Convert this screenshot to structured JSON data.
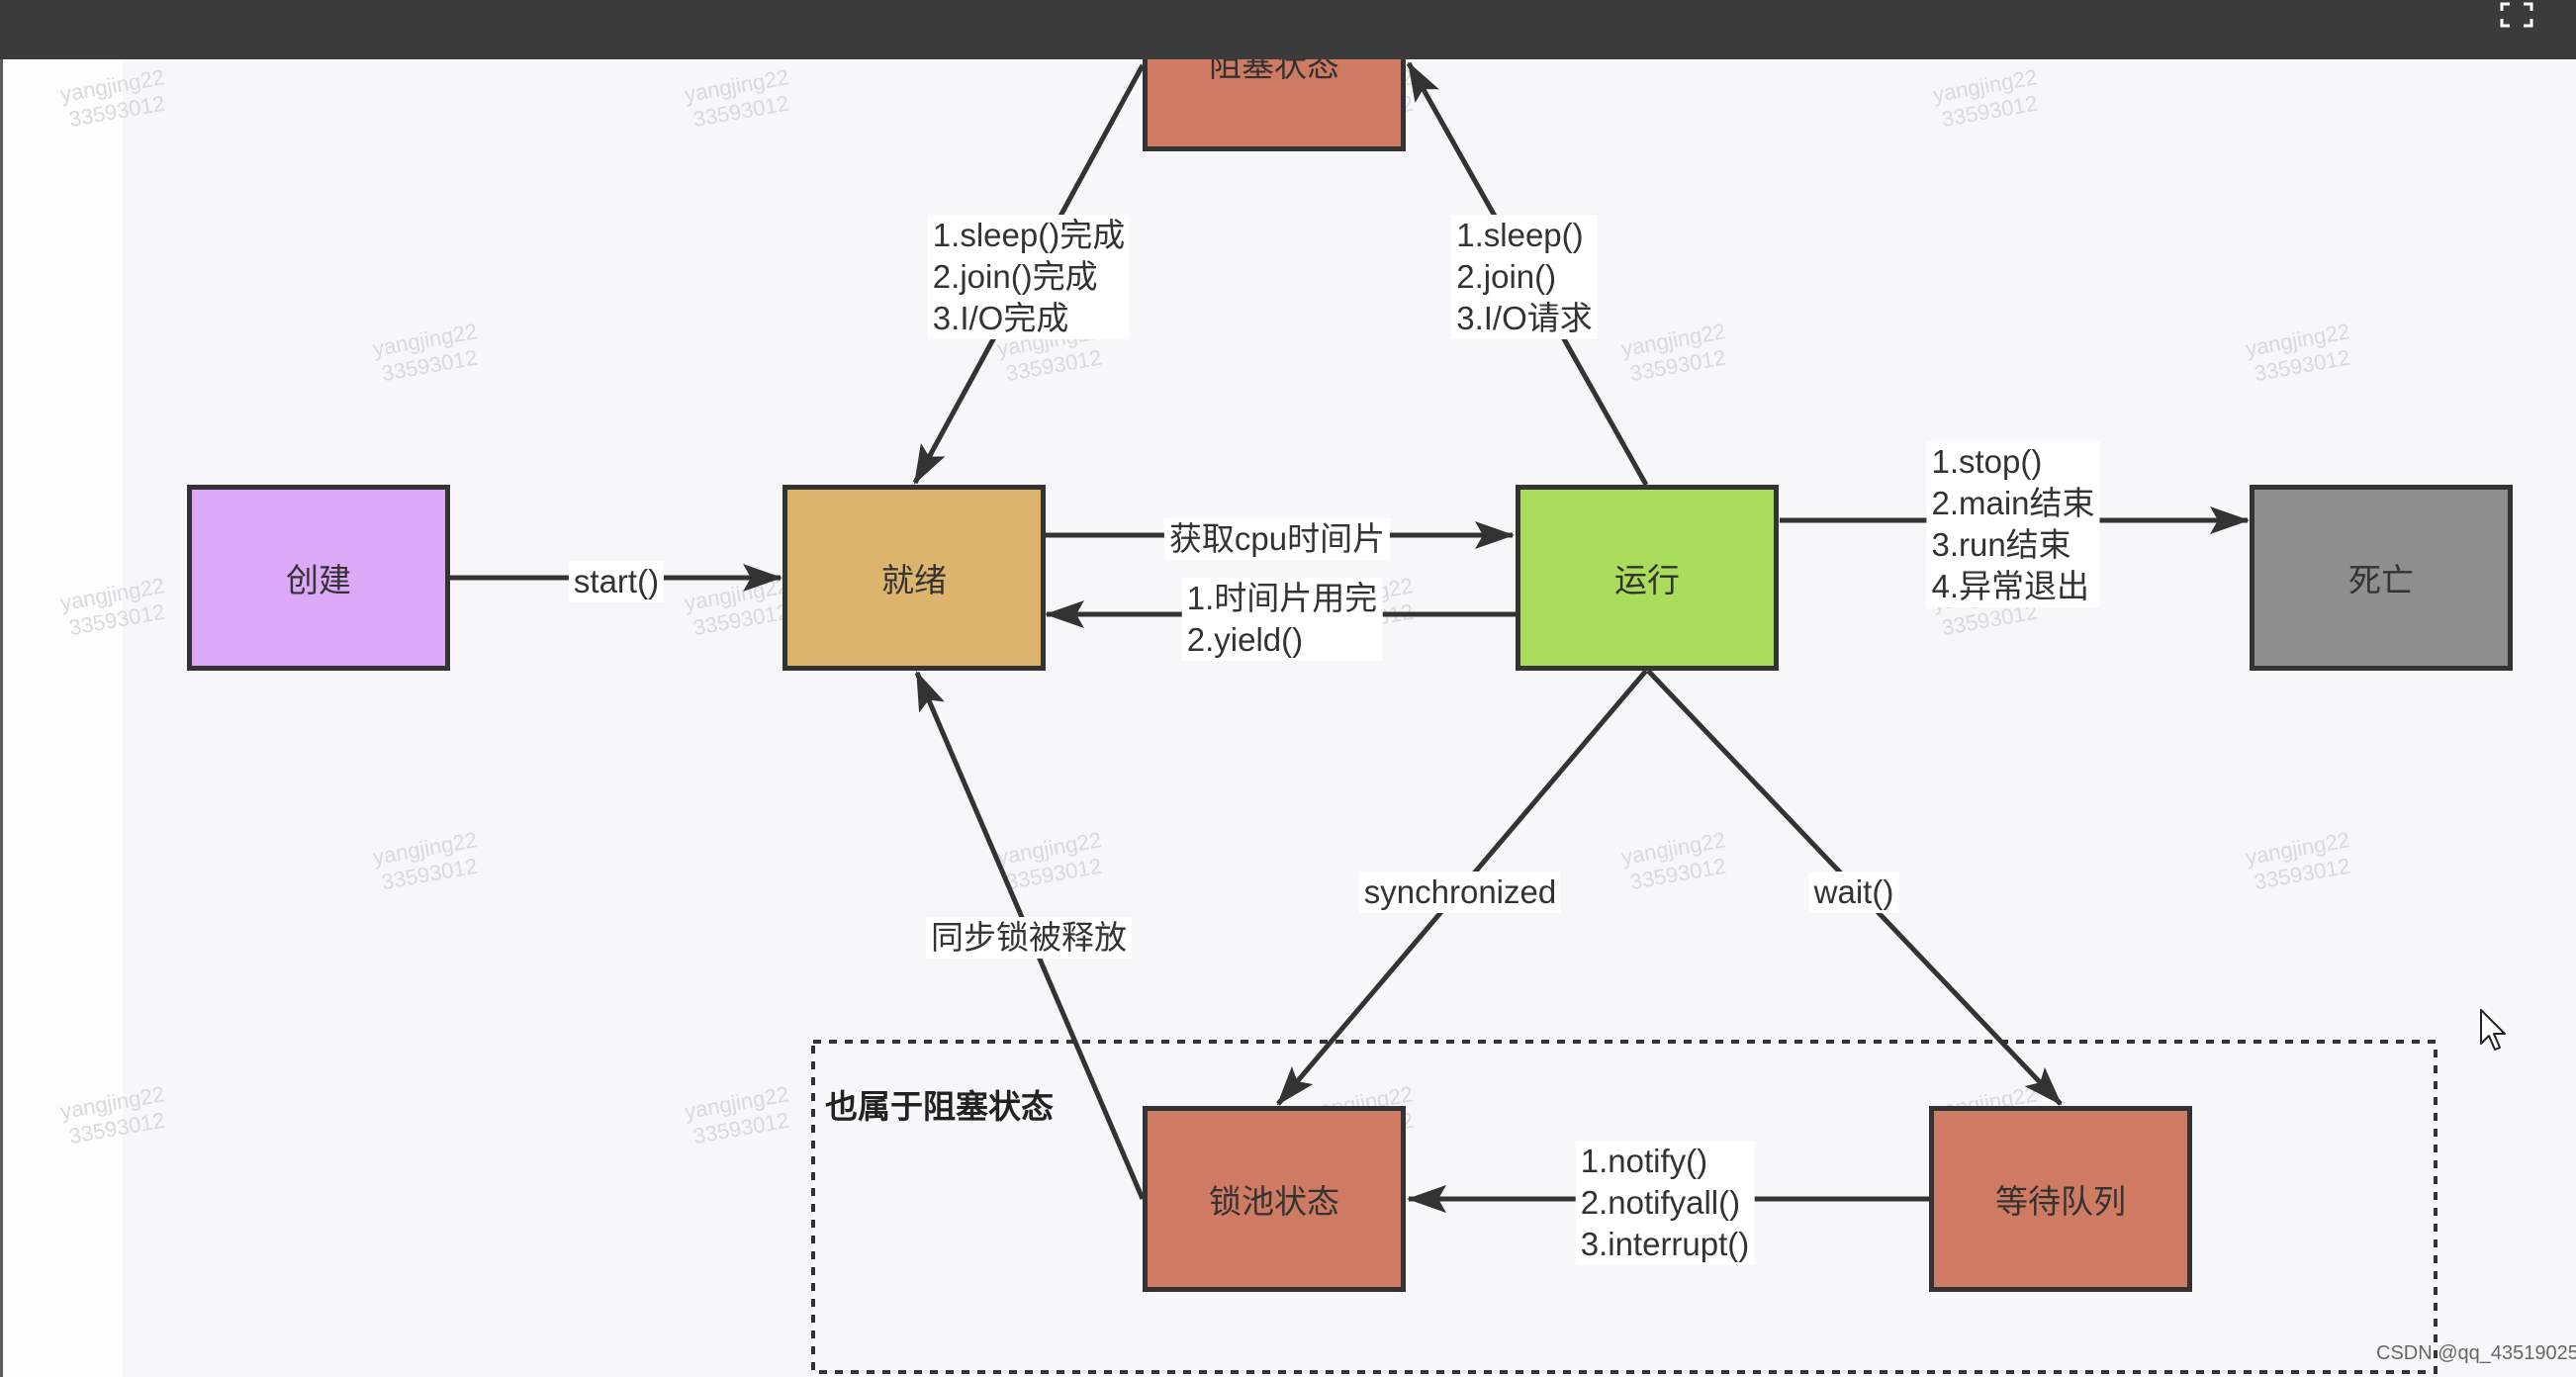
{
  "icons": {
    "fullscreen": "fullscreen-icon",
    "cursor": "cursor-icon"
  },
  "diagram": {
    "nodes": {
      "blocked": {
        "label": "阻塞状态",
        "color": "#cf7a63"
      },
      "created": {
        "label": "创建",
        "color": "#dba9f7"
      },
      "ready": {
        "label": "就绪",
        "color": "#dcb46d"
      },
      "running": {
        "label": "运行",
        "color": "#a9dd5b"
      },
      "dead": {
        "label": "死亡",
        "color": "#8e8e8e"
      },
      "lock_pool": {
        "label": "锁池状态",
        "color": "#cf7a63"
      },
      "wait_queue": {
        "label": "等待队列",
        "color": "#cf7a63"
      }
    },
    "edges": {
      "start": [
        "start()"
      ],
      "ready_to_running": [
        "获取cpu时间片"
      ],
      "running_to_ready": [
        "1.时间片用完",
        "2.yield()"
      ],
      "running_to_dead": [
        "1.stop()",
        "2.main结束",
        "3.run结束",
        "4.异常退出"
      ],
      "blocked_to_ready": [
        "1.sleep()完成",
        "2.join()完成",
        "3.I/O完成"
      ],
      "running_to_blocked": [
        "1.sleep()",
        "2.join()",
        "3.I/O请求"
      ],
      "running_to_lock_pool": [
        "synchronized"
      ],
      "running_to_wait_queue": [
        "wait()"
      ],
      "lock_pool_to_ready": [
        "同步锁被释放"
      ],
      "wait_queue_to_lock_pool": [
        "1.notify()",
        "2.notifyall()",
        "3.interrupt()"
      ]
    },
    "group_label": "也属于阻塞状态"
  },
  "watermark": [
    "yangjing22",
    "33593012"
  ],
  "credit": "CSDN @qq_43519025"
}
